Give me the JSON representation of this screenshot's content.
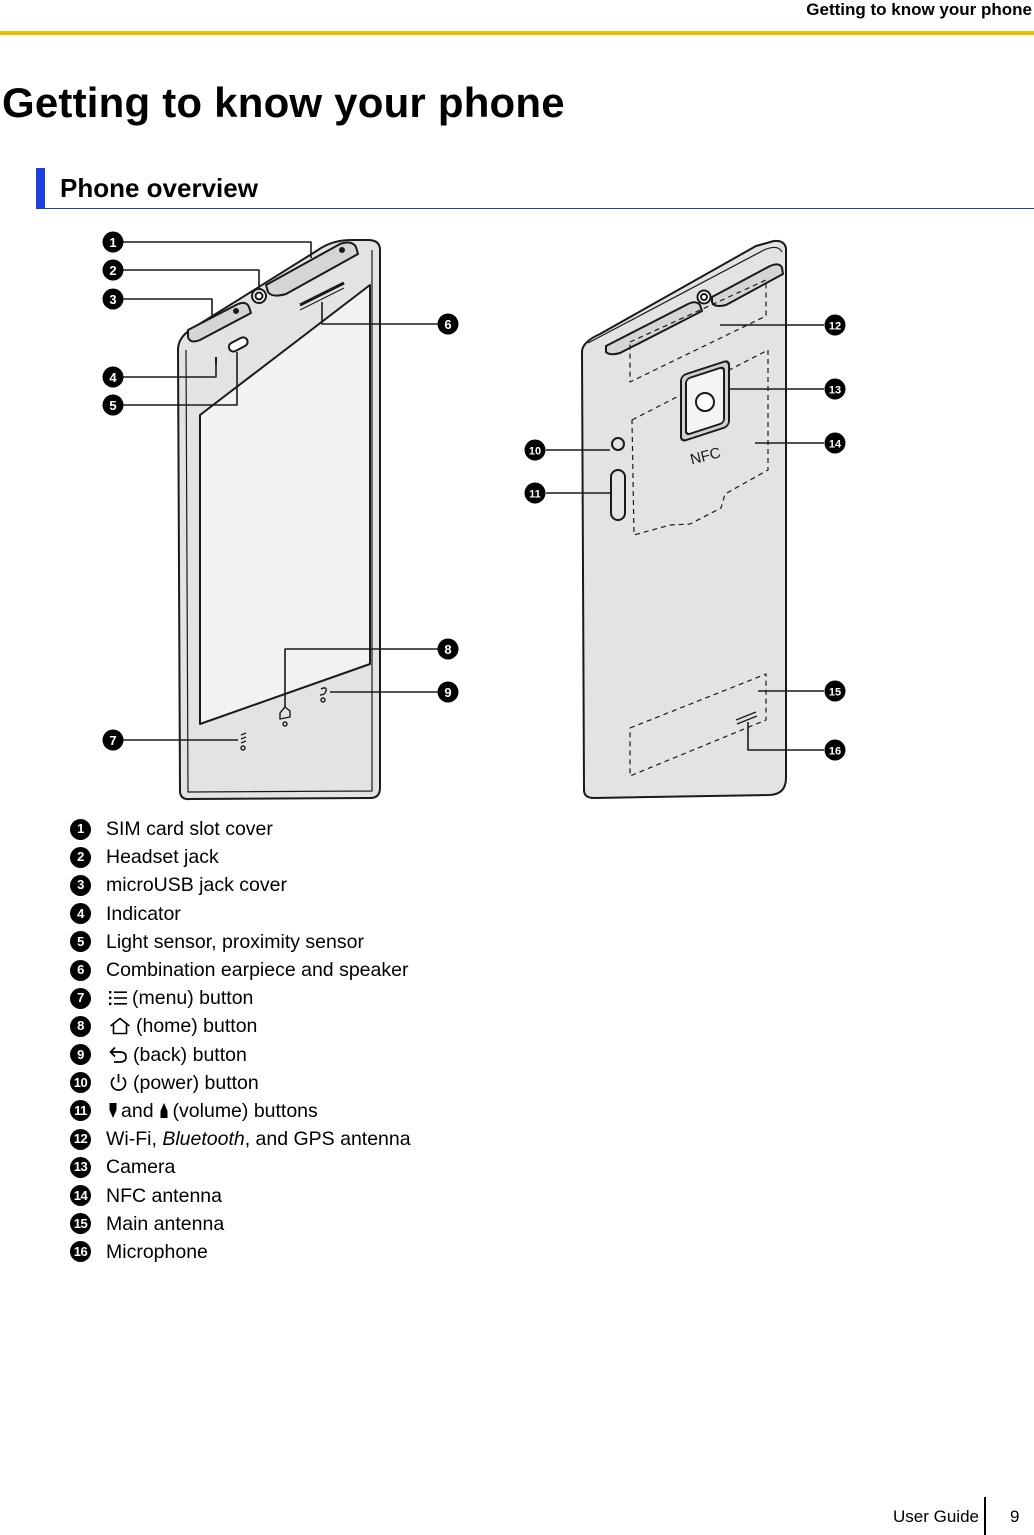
{
  "header": {
    "running_title": "Getting to know your phone"
  },
  "page": {
    "title": "Getting to know your phone",
    "section_title": "Phone overview"
  },
  "figure": {
    "nfc_mark": "NFC",
    "callout_numbers": [
      "1",
      "2",
      "3",
      "4",
      "5",
      "6",
      "7",
      "8",
      "9",
      "10",
      "11",
      "12",
      "13",
      "14",
      "15",
      "16"
    ]
  },
  "legend": [
    {
      "num": "1",
      "text": "SIM card slot cover"
    },
    {
      "num": "2",
      "text": "Headset jack"
    },
    {
      "num": "3",
      "text": "microUSB jack cover"
    },
    {
      "num": "4",
      "text": "Indicator"
    },
    {
      "num": "5",
      "text": "Light sensor, proximity sensor"
    },
    {
      "num": "6",
      "text": "Combination earpiece and speaker"
    },
    {
      "num": "7",
      "icon": "menu-icon",
      "text": "(menu) button"
    },
    {
      "num": "8",
      "icon": "home-icon",
      "text": "(home) button"
    },
    {
      "num": "9",
      "icon": "back-icon",
      "text": "(back) button"
    },
    {
      "num": "10",
      "icon": "power-icon",
      "text": "(power) button"
    },
    {
      "num": "11",
      "icon_a": "volume-down-icon",
      "mid": "and",
      "icon_b": "volume-up-icon",
      "text": "(volume) buttons"
    },
    {
      "num": "12",
      "text_a": "Wi-Fi, ",
      "text_italic": "Bluetooth",
      "text_b": ", and GPS antenna"
    },
    {
      "num": "13",
      "text": "Camera"
    },
    {
      "num": "14",
      "text": "NFC antenna"
    },
    {
      "num": "15",
      "text": "Main antenna"
    },
    {
      "num": "16",
      "text": "Microphone"
    }
  ],
  "footer": {
    "label": "User Guide",
    "page_number": "9"
  },
  "colors": {
    "header_rule": "#e6bd00",
    "section_bar": "#1f3fe0",
    "phone_body": "#e3e3e3",
    "line": "#1a1a1a"
  }
}
